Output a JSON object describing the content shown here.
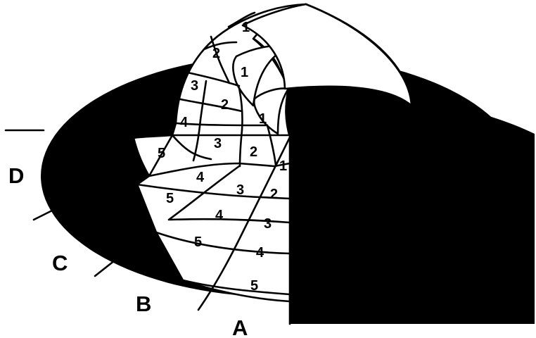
{
  "labels": {
    "A": "A",
    "B": "B",
    "C": "C",
    "D": "D"
  },
  "cells": {
    "dome_r0": "1",
    "dome_r1": "2",
    "dome_r2": "3",
    "dome_r3": "4",
    "dome_r4": "5",
    "c2_r1": "1",
    "c2_r2": "2",
    "c2_r3": "3",
    "c2_r4": "4",
    "c2_r5": "5",
    "c3_r2": "1",
    "c3_r3": "2",
    "c3_r4": "3",
    "c3_r5": "4",
    "c3_r6": "5",
    "c4_r3": "1",
    "c4_r4": "2",
    "c4_r5": "3",
    "c4_r6": "4",
    "c4_r7": "5"
  },
  "colors": {
    "fill": "#000000",
    "paper": "#ffffff"
  }
}
